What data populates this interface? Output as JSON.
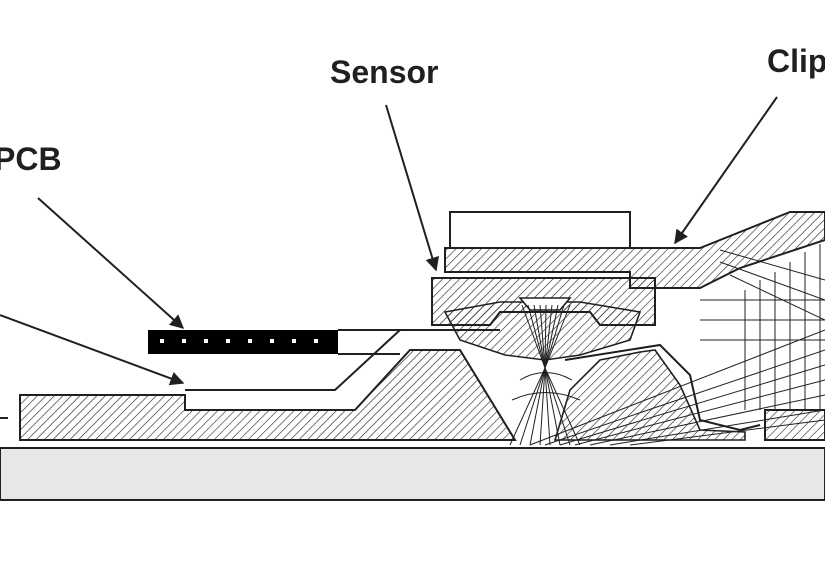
{
  "labels": {
    "sensor": "Sensor",
    "clip": "Clip",
    "pcb": "PCB"
  },
  "colors": {
    "line": "#231f20",
    "base": "#e6e7e8",
    "background": "#ffffff"
  }
}
